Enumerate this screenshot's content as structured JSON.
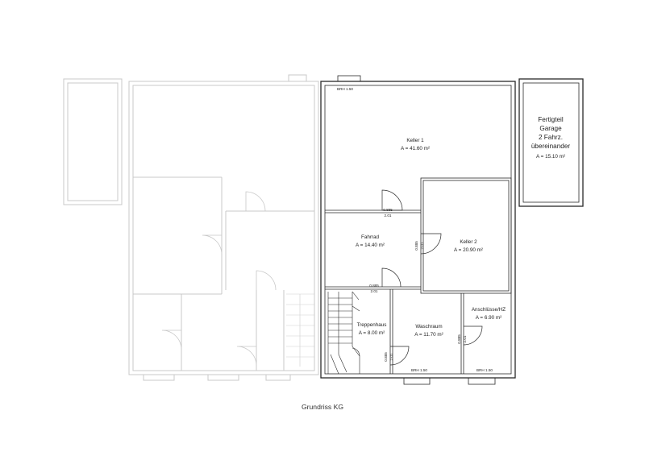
{
  "caption": "Grundriss KG",
  "rooms": {
    "keller1": {
      "name": "Keller 1",
      "area": "A = 41.60 m²"
    },
    "fahrrad": {
      "name": "Fahrrad",
      "area": "A = 14.40 m²"
    },
    "keller2": {
      "name": "Keller 2",
      "area": "A = 20.90 m²"
    },
    "treppenhaus": {
      "name": "Treppenhaus",
      "area": "A = 8.00 m²"
    },
    "waschraum": {
      "name": "Waschraum",
      "area": "A = 11.70 m²"
    },
    "anschluss": {
      "name": "Anschlüsse/HZ",
      "area": "A = 6.90 m²"
    }
  },
  "garage": {
    "line1": "Fertigteil",
    "line2": "Garage",
    "line3": "2 Fahrz.",
    "line4": "übereinander",
    "area": "A = 15.10 m²"
  },
  "windows": {
    "top": "BRH 1.50",
    "bottom_left": "BRH 1.50",
    "bottom_right": "BRH 1.50"
  },
  "doors": {
    "d1_w": "0.885",
    "d1_h": "2.01",
    "d2_w": "0.885",
    "d2_h": "2.01",
    "d3_w": "0.885",
    "d3_h": "2.01",
    "d4_w": "0.885",
    "d4_h": "2.01",
    "d5_w": "0.885",
    "d5_h": "2.01"
  }
}
